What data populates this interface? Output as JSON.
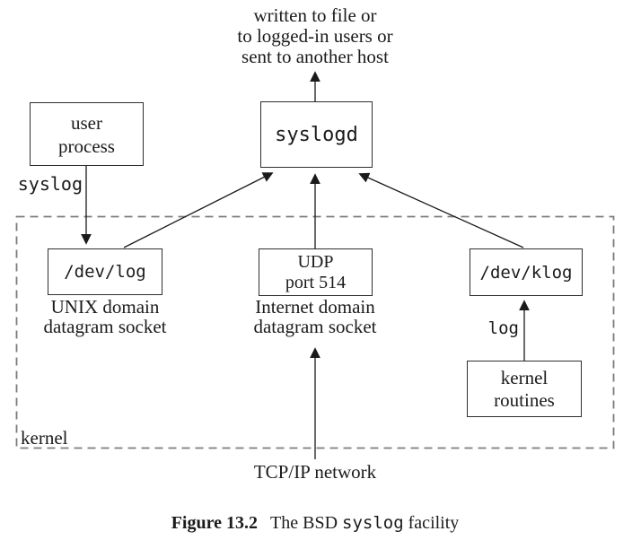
{
  "colors": {
    "line": "#1a1a1a",
    "dashed_border": "#7c7c7c",
    "text": "#1b1b1b",
    "background": "#ffffff"
  },
  "top_note": {
    "line1": "written to file or",
    "line2": "to logged-in users or",
    "line3": "sent to another host"
  },
  "nodes": {
    "user_process": {
      "line1": "user",
      "line2": "process"
    },
    "syslogd": {
      "label": "syslogd"
    },
    "dev_log": {
      "label": "/dev/log"
    },
    "udp": {
      "line1": "UDP",
      "line2": "port 514"
    },
    "dev_klog": {
      "label": "/dev/klog"
    },
    "kernel_routines": {
      "line1": "kernel",
      "line2": "routines"
    }
  },
  "edge_labels": {
    "syslog_call": "syslog",
    "log_call": "log"
  },
  "region_labels": {
    "kernel": "kernel",
    "unix_socket_line1": "UNIX domain",
    "unix_socket_line2": "datagram socket",
    "inet_socket_line1": "Internet domain",
    "inet_socket_line2": "datagram socket",
    "network": "TCP/IP network"
  },
  "figure_caption": {
    "number": "Figure 13.2",
    "text_before": "The BSD",
    "code": "syslog",
    "text_after": "facility"
  }
}
